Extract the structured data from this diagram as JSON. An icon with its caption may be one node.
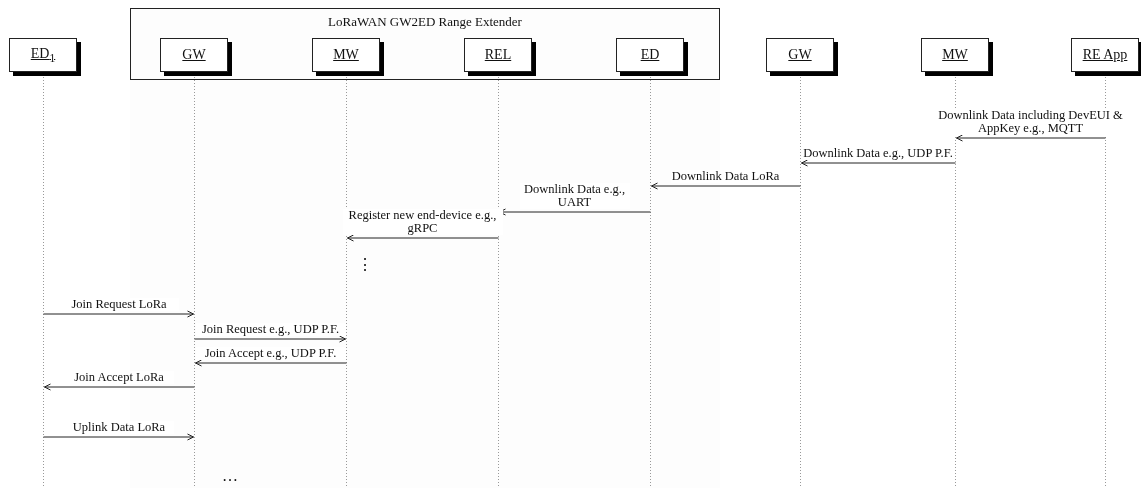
{
  "diagram": {
    "nodes": [
      {
        "text": [
          "ED$_{1}$"
        ]
      },
      {
        "text": [
          "LoRaWAN GW2ED Range Extender"
        ]
      },
      {
        "text": [
          "GW"
        ],
        "in": 1
      },
      {
        "text": [
          "MW"
        ],
        "in": 1
      },
      {
        "text": [
          "REL"
        ],
        "in": 1
      },
      {
        "text": [
          "ED"
        ],
        "in": 1
      },
      {
        "text": [
          "GW"
        ]
      },
      {
        "text": [
          "MW"
        ]
      },
      {
        "text": [
          "RE App"
        ]
      }
    ],
    "edges": [
      {
        "from": 8,
        "to": 7,
        "arrow": "to",
        "label": "Downlink Data including DevEUI & AppKey e.g., MQTT"
      },
      {
        "from": 7,
        "to": 6,
        "arrow": "to",
        "label": "Downlink Data e.g., UDP P.F."
      },
      {
        "from": 6,
        "to": 5,
        "arrow": "to",
        "label": "Downlink Data LoRa"
      },
      {
        "from": 5,
        "to": 4,
        "arrow": "to",
        "label": "Downlink Data e.g., UART"
      },
      {
        "from": 4,
        "to": 3,
        "arrow": "to",
        "label": "Register new end-device e.g., gRPC"
      },
      {
        "from": 0,
        "to": 2,
        "arrow": "to",
        "label": "Join Request LoRa"
      },
      {
        "from": 2,
        "to": 3,
        "arrow": "to",
        "label": "Join Request e.g., UDP P.F."
      },
      {
        "from": 3,
        "to": 2,
        "arrow": "to",
        "label": "Join Accept e.g., UDP P.F."
      },
      {
        "from": 2,
        "to": 0,
        "arrow": "to",
        "label": "Join Accept LoRa"
      },
      {
        "from": 0,
        "to": 2,
        "arrow": "to",
        "label": "Uplink Data LoRa"
      }
    ],
    "labels": [
      "⋮",
      "…"
    ]
  }
}
